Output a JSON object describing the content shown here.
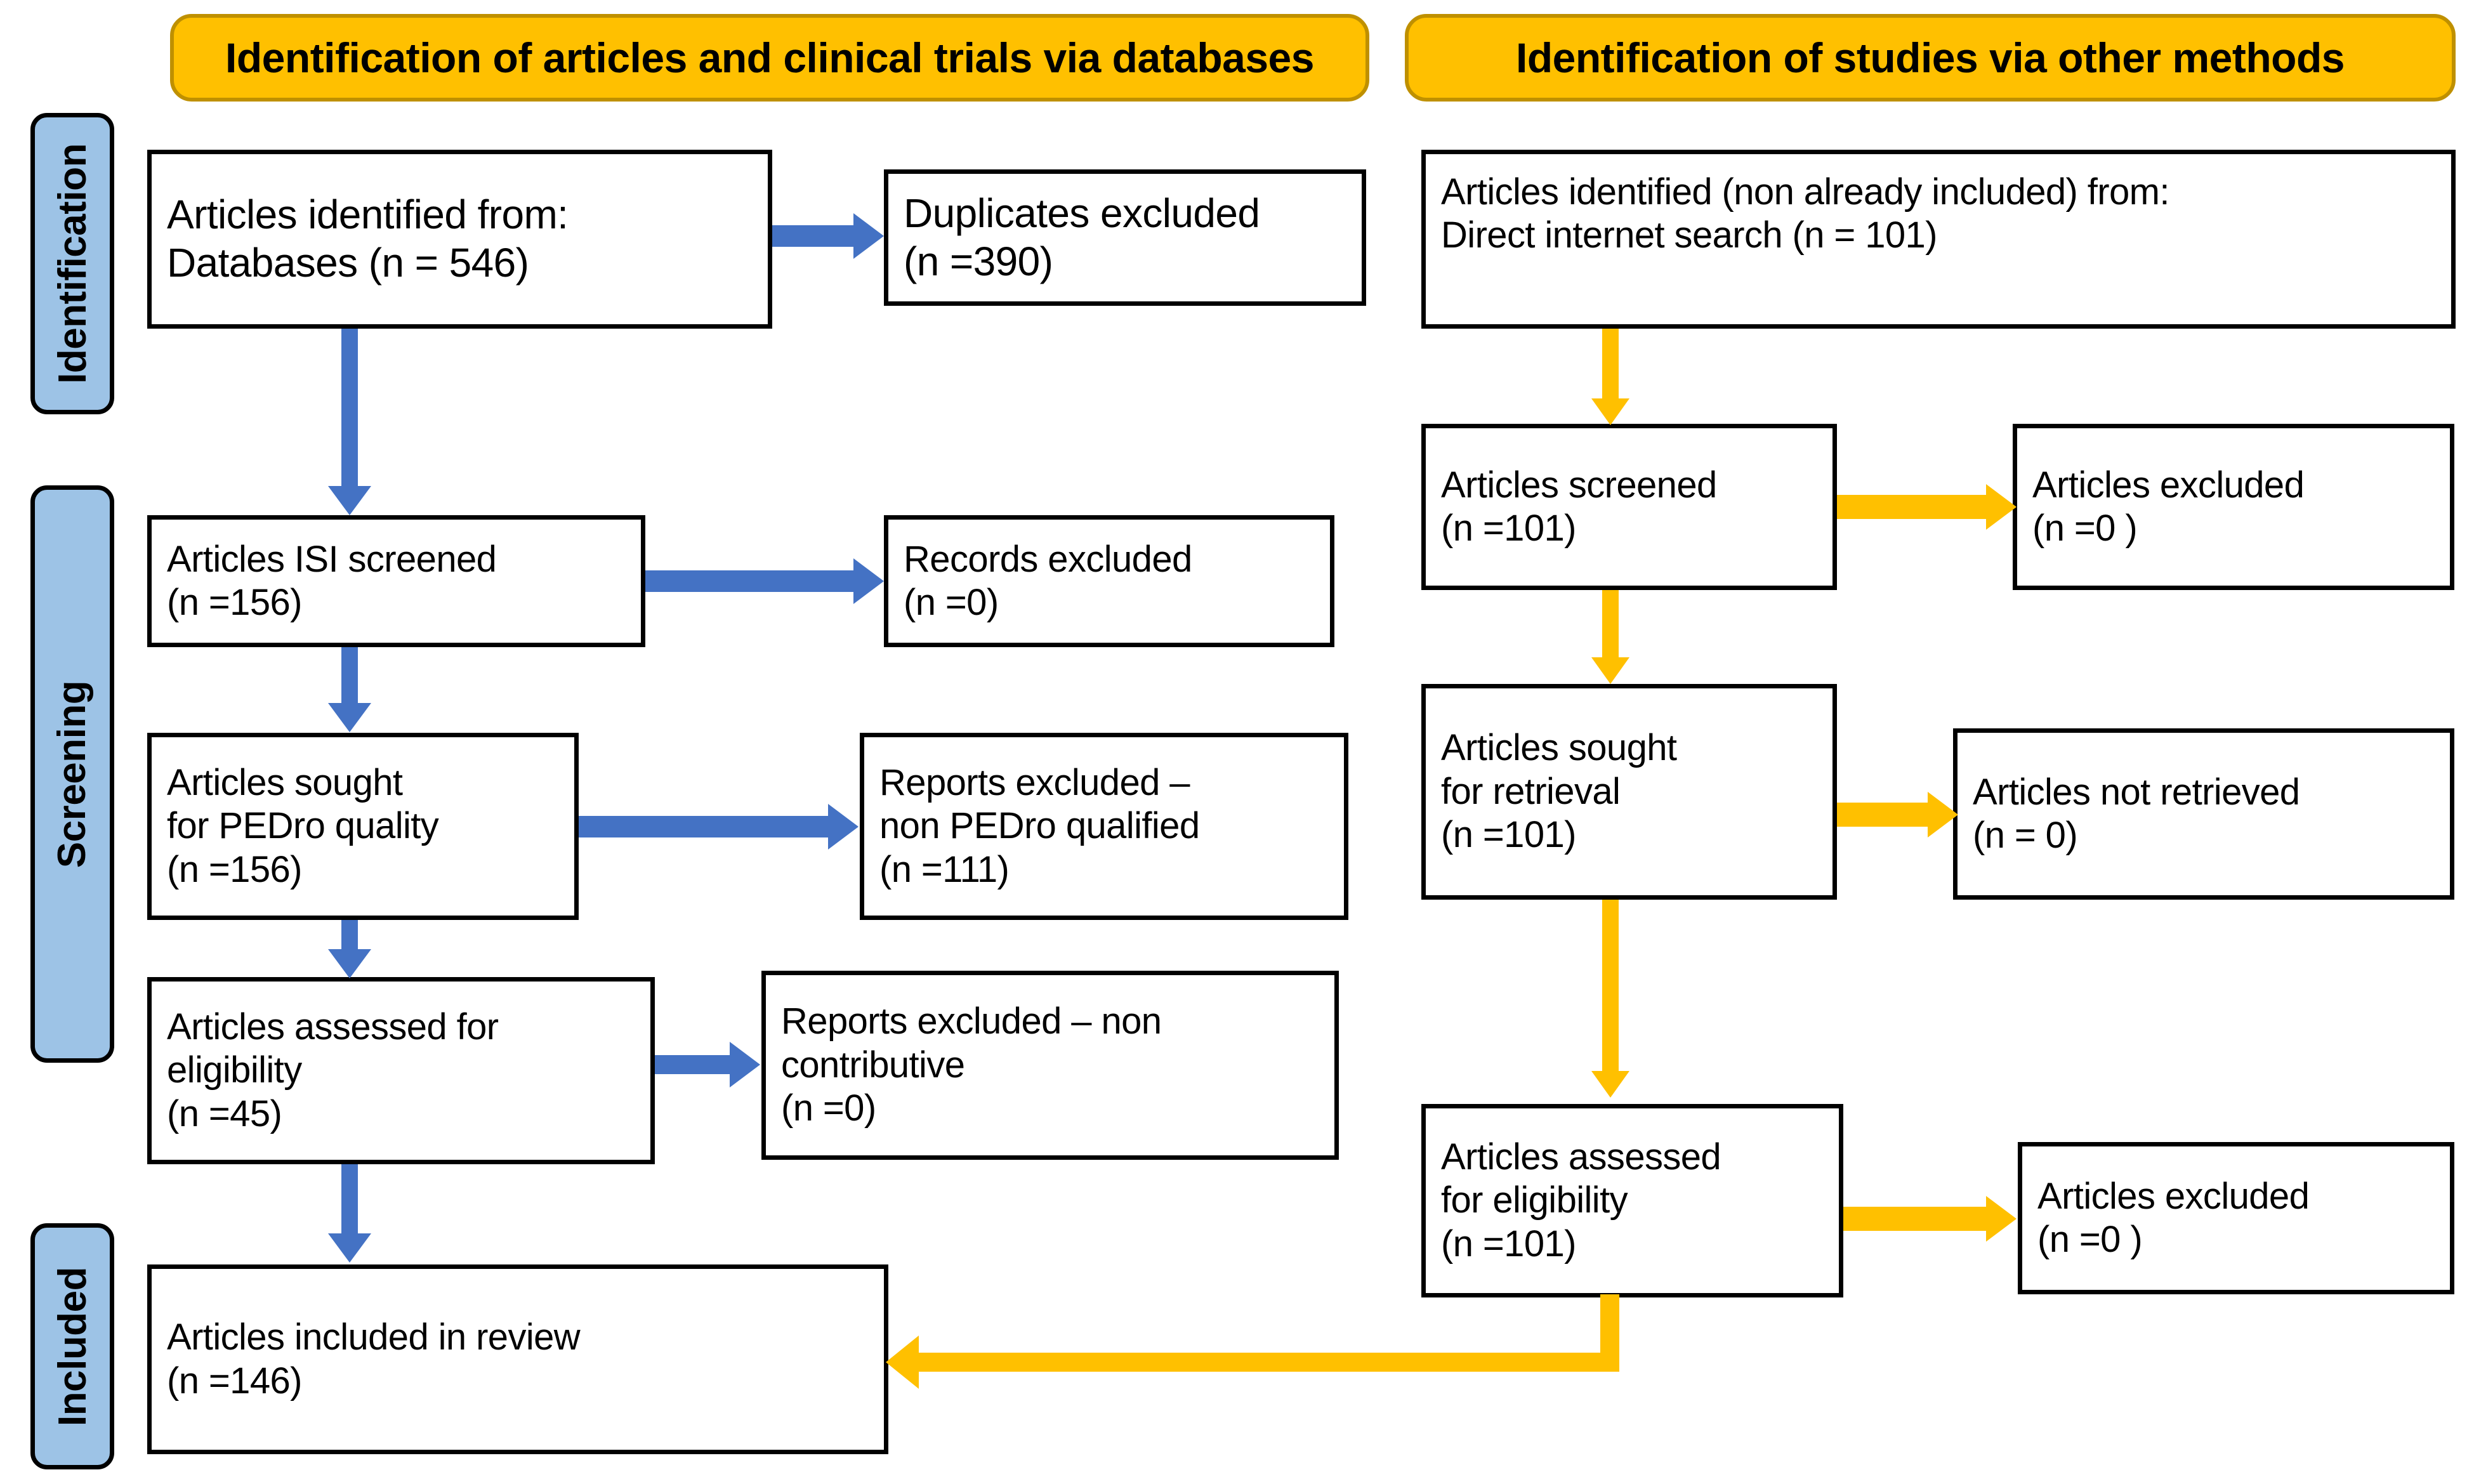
{
  "diagram": {
    "title": "PRISMA flow diagram",
    "colors": {
      "banner_fill": "#FFC000",
      "banner_border": "#BF9000",
      "rail_fill": "#9DC3E6",
      "box_border": "#000000",
      "arrow_blue": "#4472C4",
      "arrow_orange": "#FFC000",
      "background": "#FFFFFF"
    }
  },
  "banners": {
    "left": "Identification of articles and clinical trials via databases",
    "right": "Identification of studies via other methods"
  },
  "rails": [
    {
      "label": "Identification"
    },
    {
      "label": "Screening"
    },
    {
      "label": "Included"
    }
  ],
  "left_column": {
    "identified": {
      "line1": "Articles identified from:",
      "line2": "Databases (n = 546)"
    },
    "duplicates_excluded": {
      "line1": "Duplicates excluded",
      "line2": "(n =390)"
    },
    "isi_screened": {
      "line1": "Articles ISI screened",
      "line2": "(n =156)"
    },
    "records_excluded": {
      "line1": "Records excluded",
      "line2": "(n =0)"
    },
    "sought_pedro": {
      "line1": "Articles sought",
      "line2": "for PEDro quality",
      "line3": "(n =156)"
    },
    "reports_excluded_pedro": {
      "line1": "Reports excluded –",
      "line2": "non PEDro qualified",
      "line3": "(n =111)"
    },
    "assessed_eligibility": {
      "line1": "Articles assessed for",
      "line2": "eligibility",
      "line3": "(n =45)"
    },
    "reports_excluded_noncontrib": {
      "line1": "Reports excluded – non",
      "line2": "contributive",
      "line3": "(n =0)"
    },
    "included_review": {
      "line1": "Articles included in review",
      "line2": "(n =146)"
    }
  },
  "right_column": {
    "identified_other": {
      "line1": "Articles identified (non already included) from:",
      "line2": "Direct internet search (n = 101)"
    },
    "screened": {
      "line1": "Articles screened",
      "line2": "(n =101)"
    },
    "excluded_screened": {
      "line1": "Articles excluded",
      "line2": "(n =0 )"
    },
    "sought_retrieval": {
      "line1": "Articles sought",
      "line2": "for retrieval",
      "line3": "(n =101)"
    },
    "not_retrieved": {
      "line1": "Articles not retrieved",
      "line2": "(n = 0)"
    },
    "assessed_eligibility": {
      "line1": "Articles assessed",
      "line2": "for eligibility",
      "line3": "(n =101)"
    },
    "excluded_eligibility": {
      "line1": "Articles excluded",
      "line2": "(n =0 )"
    }
  }
}
